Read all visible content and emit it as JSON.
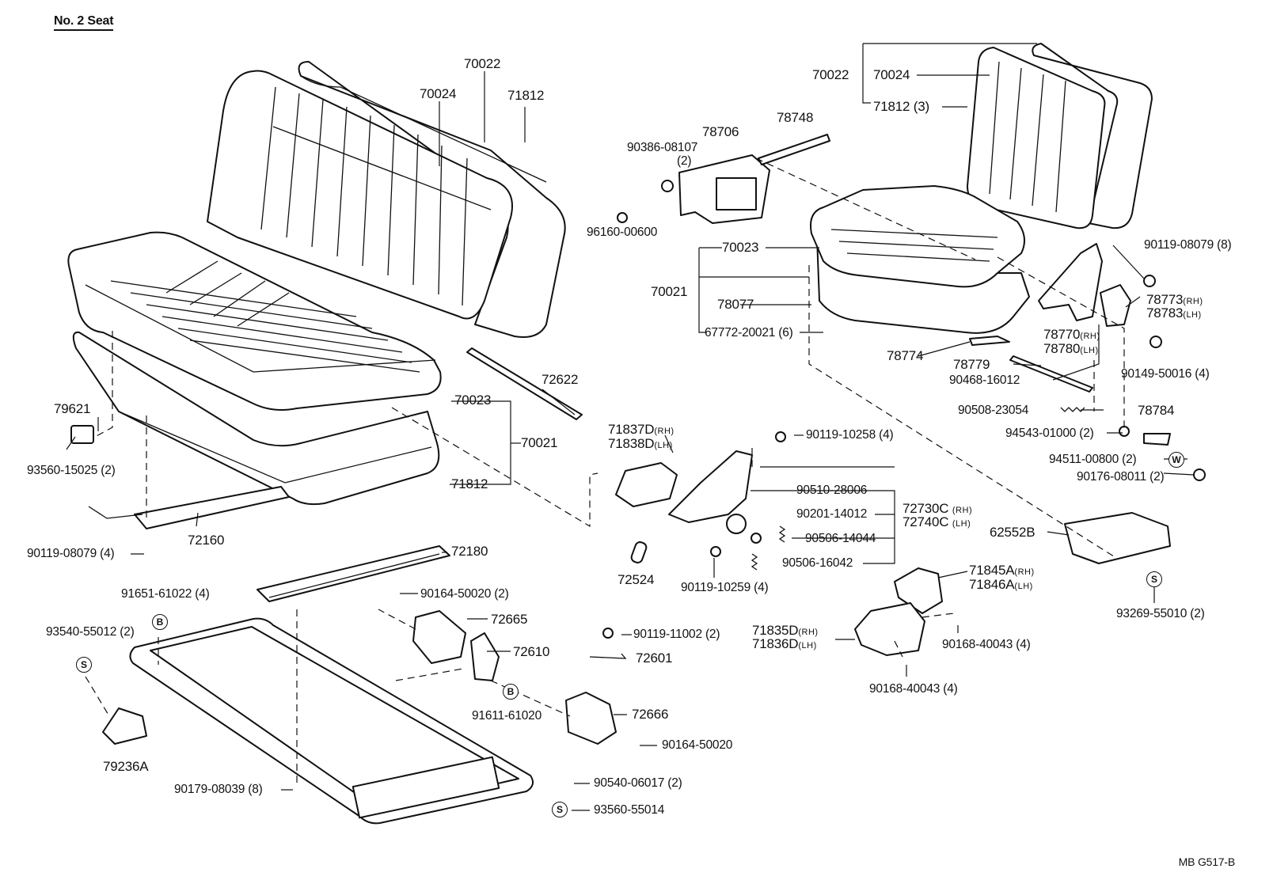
{
  "title": "No. 2  Seat",
  "drawing_code": "MB  G517-B",
  "symbols": {
    "s": "S",
    "b": "B",
    "w": "W"
  },
  "labels": {
    "p70022_a": "70022",
    "p70024_a": "70024",
    "p71812_a": "71812",
    "p70022_b": "70022",
    "p70024_b": "70024",
    "p71812_b": "71812 (3)",
    "p78748": "78748",
    "p78706": "78706",
    "p90386": "90386-08107",
    "p90386q": "(2)",
    "p96160": "96160-00600",
    "p70023_b": "70023",
    "p70021_b": "70021",
    "p78077": "78077",
    "p67772": "67772-20021 (6)",
    "p90119_08079_8": "90119-08079 (8)",
    "p78773": "78773",
    "p78783": "78783",
    "p78770": "78770",
    "p78780": "78780",
    "p78774": "78774",
    "p78779": "78779",
    "p90468": "90468-16012",
    "p90149": "90149-50016 (4)",
    "p90508": "90508-23054",
    "p78784": "78784",
    "p94543": "94543-01000 (2)",
    "p94511": "94511-00800 (2)",
    "p90176": "90176-08011 (2)",
    "p62552B": "62552B",
    "p93269": "93269-55010 (2)",
    "p79621": "79621",
    "p93560_15025": "93560-15025 (2)",
    "p72622": "72622",
    "p70023_a": "70023",
    "p70021_a": "70021",
    "p71812_c": "71812",
    "p72160": "72160",
    "p90119_08079_4": "90119-08079 (4)",
    "p72180": "72180",
    "p91651": "91651-61022 (4)",
    "p93540": "93540-55012 (2)",
    "p79236A": "79236A",
    "p90164_a": "90164-50020 (2)",
    "p72665": "72665",
    "p72610": "72610",
    "p91611": "91611-61020",
    "p72666": "72666",
    "p90164_b": "90164-50020",
    "p90179": "90179-08039 (8)",
    "p90540": "90540-06017 (2)",
    "p93560_55014": "93560-55014",
    "p71837D": "71837D",
    "p71838D": "71838D",
    "p90119_10258": "90119-10258 (4)",
    "p90510": "90510-28006",
    "p90201": "90201-14012",
    "p72730C": "72730C",
    "p72740C": "72740C",
    "p90506_14044": "90506-14044",
    "p90506_16042": "90506-16042",
    "p72524": "72524",
    "p90119_10259": "90119-10259 (4)",
    "p90119_11002": "90119-11002 (2)",
    "p72601": "72601",
    "p71845A": "71845A",
    "p71846A": "71846A",
    "p71835D": "71835D",
    "p71836D": "71836D",
    "p90168_a": "90168-40043 (4)",
    "p90168_b": "90168-40043 (4)"
  },
  "suffix": {
    "rh": "(RH)",
    "lh": "(LH)"
  }
}
